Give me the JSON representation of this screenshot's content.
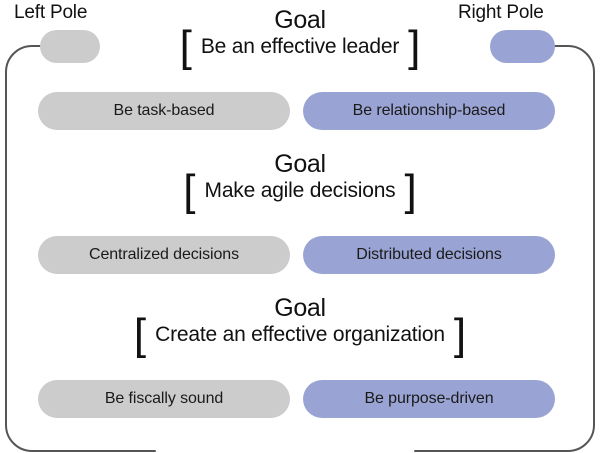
{
  "poles": {
    "left": {
      "label": "Left Pole",
      "color": "#cccccc"
    },
    "right": {
      "label": "Right Pole",
      "color": "#9aa4d4"
    }
  },
  "goal_word": "Goal",
  "bracket_open": "[",
  "bracket_close": "]",
  "sections": [
    {
      "goal": "Be an effective leader",
      "left_pole": "Be task-based",
      "right_pole": "Be relationship-based"
    },
    {
      "goal": "Make agile decisions",
      "left_pole": "Centralized decisions",
      "right_pole": "Distributed decisions"
    },
    {
      "goal": "Create an effective organization",
      "left_pole": "Be fiscally sound",
      "right_pole": "Be purpose-driven"
    }
  ],
  "frame": {
    "border_color": "#555555"
  }
}
